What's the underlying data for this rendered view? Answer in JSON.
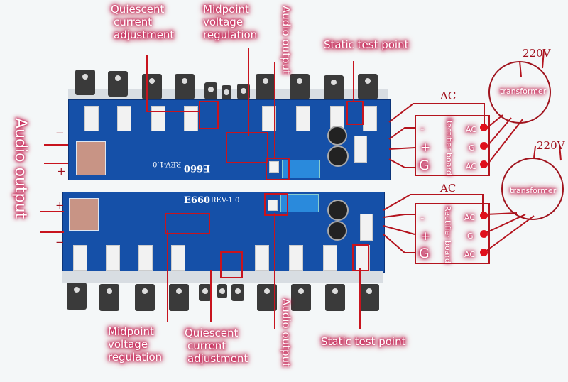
{
  "title": "E660 amplifier board wiring diagram",
  "top_labels": {
    "quiescent": [
      "Quiescent",
      "current",
      "adjustment"
    ],
    "midpoint": [
      "Midpoint",
      "voltage",
      "regulation"
    ],
    "audio_output": "Audio output",
    "static_test": "Static test point"
  },
  "bottom_labels": {
    "midpoint": [
      "Midpoint",
      "voltage",
      "regulation"
    ],
    "quiescent": [
      "Quiescent",
      "current",
      "adjustment"
    ],
    "audio_output": "Audio output",
    "static_test": "Static test point"
  },
  "left_label": "Audio output",
  "polarity": {
    "minus": "−",
    "plus": "+"
  },
  "boards": [
    {
      "model": "E660",
      "rev": "REV-1.0"
    },
    {
      "model": "E660",
      "rev": "REV-1.0"
    }
  ],
  "rectifier_units": [
    {
      "ac_label": "AC",
      "voltage": "220V",
      "transformer": "transformer",
      "board_label": "Rectifier board",
      "left_terminals": [
        "-",
        "+",
        "G"
      ],
      "right_terminals": [
        "AC",
        "G",
        "AC"
      ]
    },
    {
      "ac_label": "AC",
      "voltage": "220V",
      "transformer": "transformer",
      "board_label": "Rectifier board",
      "left_terminals": [
        "-",
        "+",
        "G"
      ],
      "right_terminals": [
        "AC",
        "G",
        "AC"
      ]
    }
  ],
  "colors": {
    "annotation": "#c8141e",
    "pcb": "#1550a8",
    "label_glow": "#c3003a"
  }
}
